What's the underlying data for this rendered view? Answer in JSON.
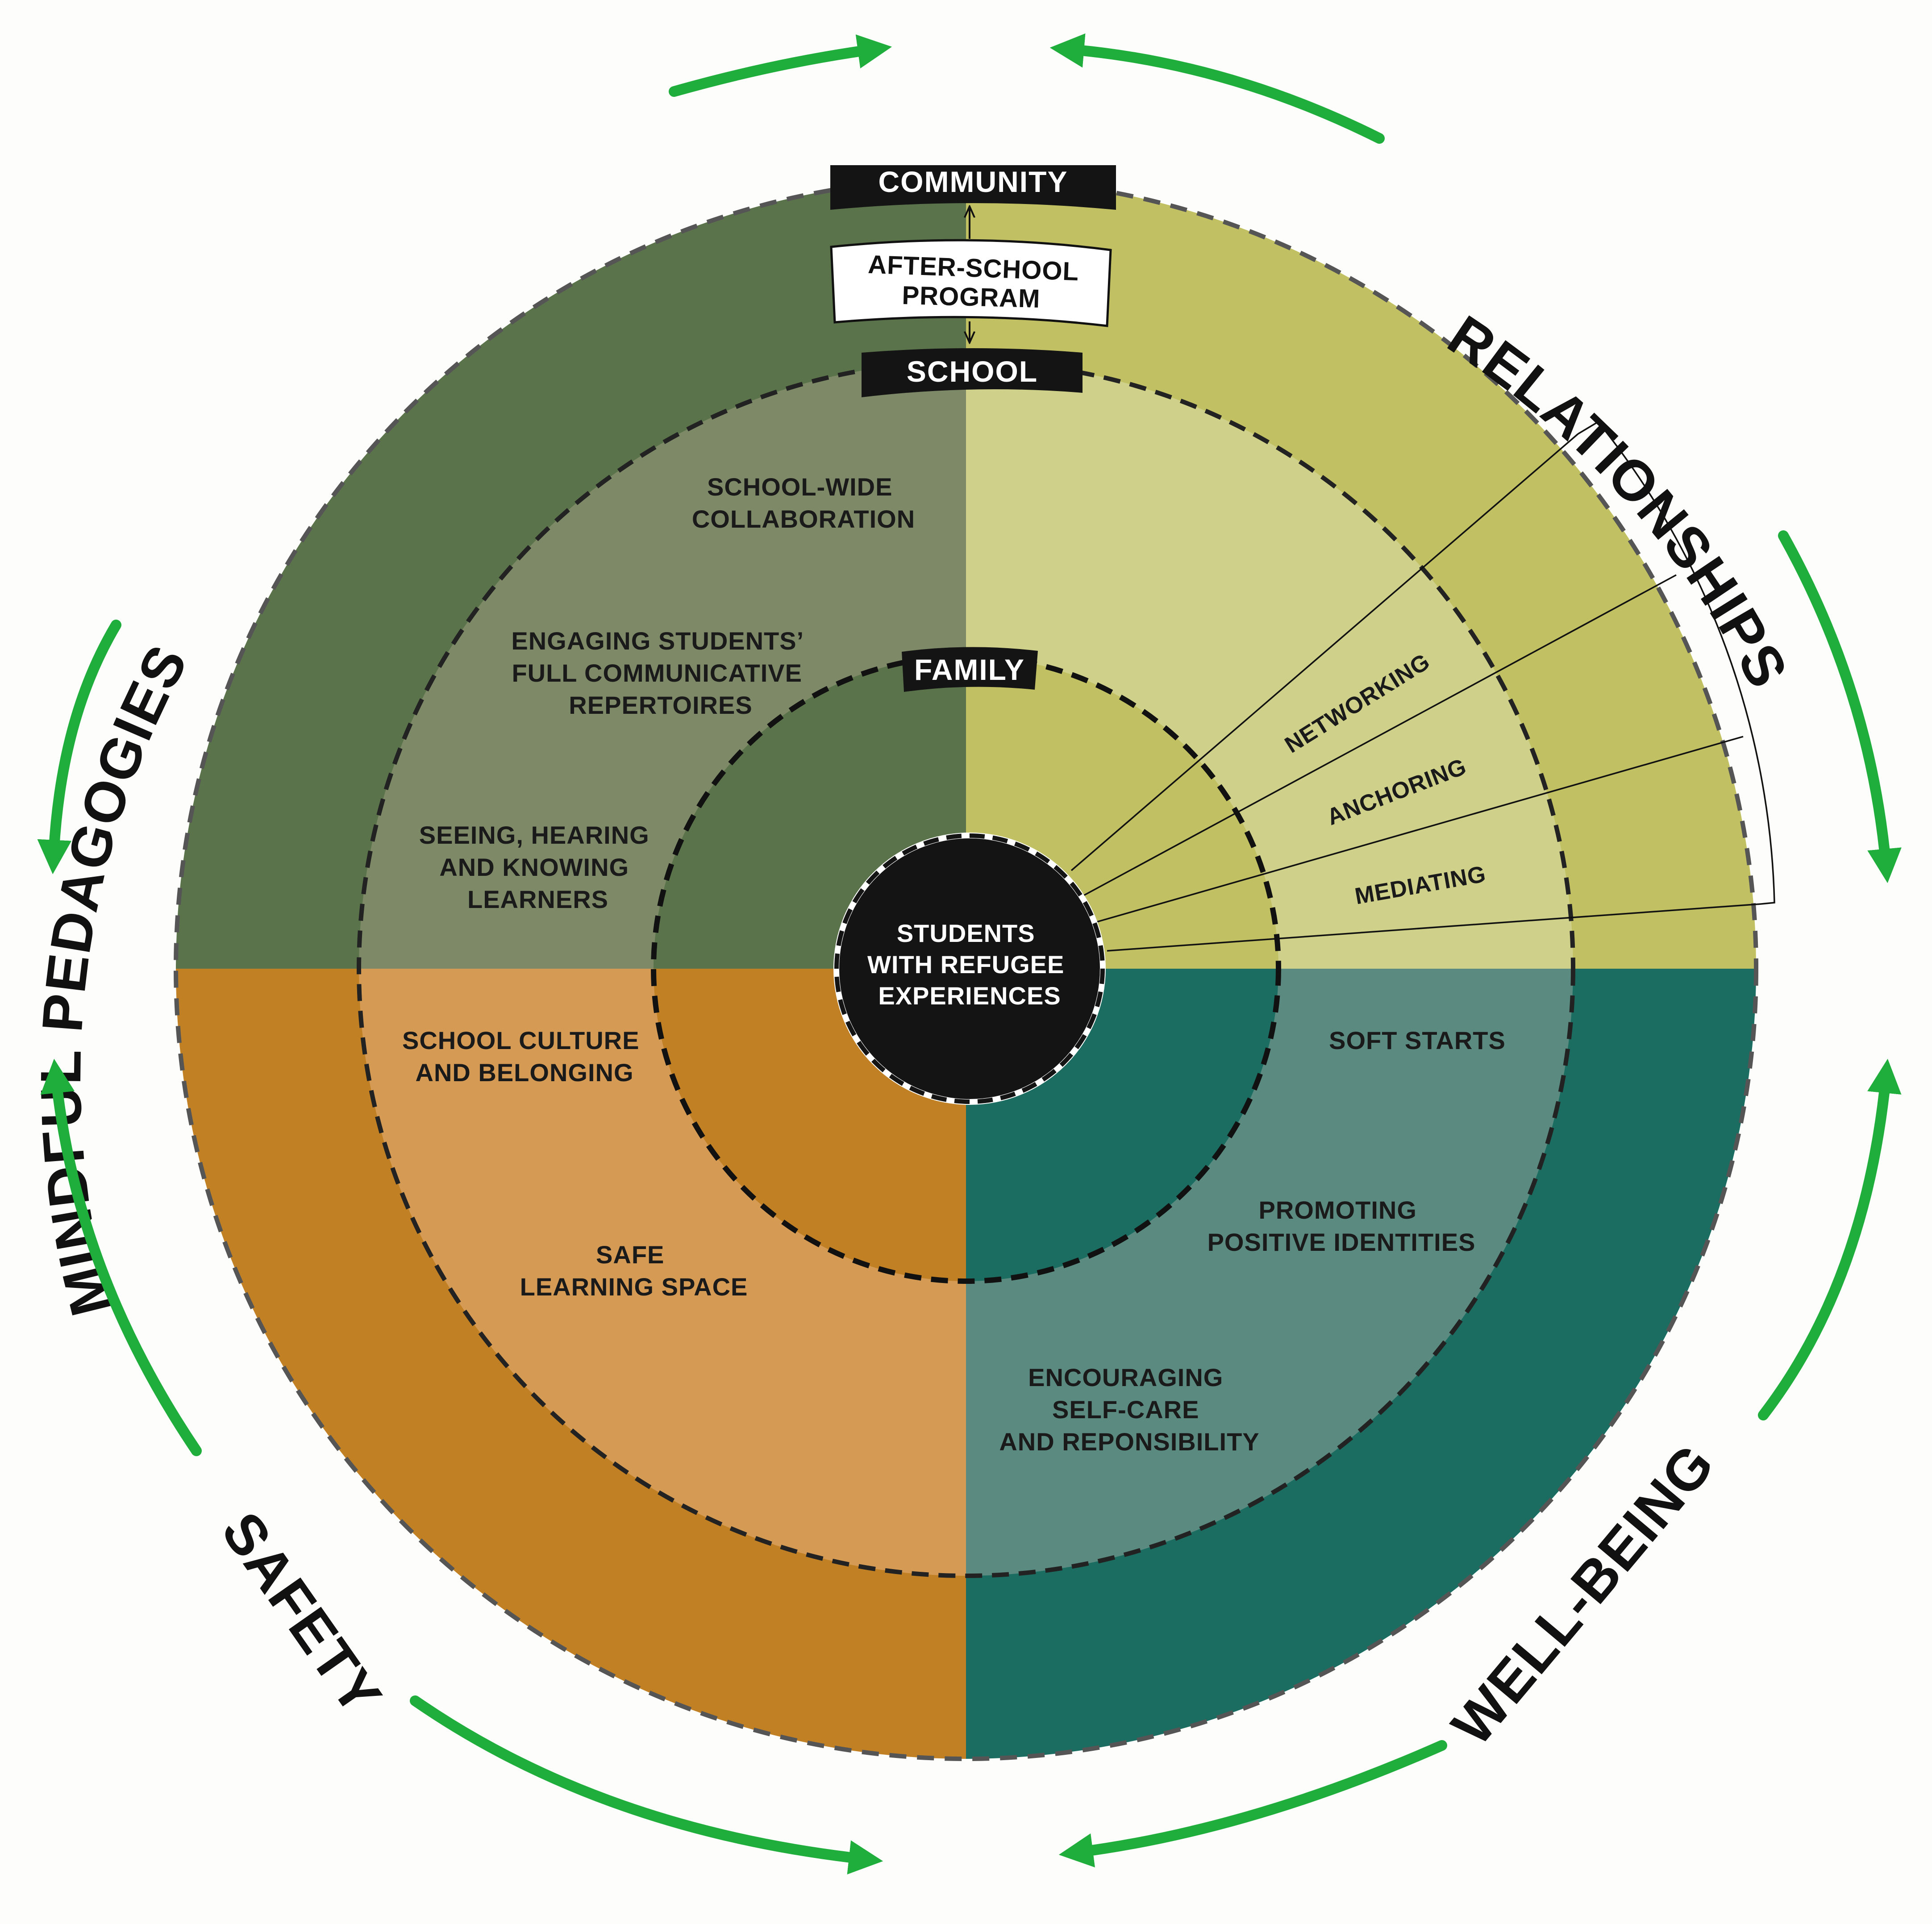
{
  "colors": {
    "background": "#fdfdfb",
    "mindful_outer": "#5a734b",
    "mindful_inner": "#7e8a67",
    "relationships_outer": "#c1c163",
    "relationships_inner": "#cfd18a",
    "safety_outer": "#c18024",
    "safety_inner": "#d59b55",
    "wellbeing_outer": "#1b6d61",
    "wellbeing_inner": "#5b8a80",
    "center": "#141414",
    "arrows": "#1fae3b",
    "dashes": "#222222"
  },
  "themes": {
    "mindful_pedagogies": "MINDFUL PEDAGOGIES",
    "relationships": "RELATIONSHIPS",
    "safety": "SAFETY",
    "well_being": "WELL-BEING"
  },
  "tags": {
    "community": "COMMUNITY",
    "after_school_line1": "AFTER-SCHOOL",
    "after_school_line2": "PROGRAM",
    "school": "SCHOOL",
    "family": "FAMILY"
  },
  "center": {
    "line1": "STUDENTS",
    "line2": "WITH REFUGEE",
    "line3": "EXPERIENCES"
  },
  "practices": {
    "mindful": [
      [
        "SCHOOL-WIDE",
        "COLLABORATION"
      ],
      [
        "ENGAGING STUDENTS’",
        "FULL COMMUNICATIVE",
        "REPERTOIRES"
      ],
      [
        "SEEING, HEARING",
        "AND KNOWING",
        "LEARNERS"
      ]
    ],
    "safety": [
      [
        "SCHOOL CULTURE",
        "AND BELONGING"
      ],
      [
        "SAFE",
        "LEARNING SPACE"
      ]
    ],
    "well_being": [
      [
        "SOFT STARTS"
      ],
      [
        "PROMOTING",
        "POSITIVE IDENTITIES"
      ],
      [
        "ENCOURAGING",
        "SELF-CARE",
        "AND REPONSIBILITY"
      ]
    ],
    "relationships": [
      "NETWORKING",
      "ANCHORING",
      "MEDIATING"
    ]
  },
  "icons": {
    "cycle_arrows": "green-curved-arrow-icon",
    "connector": "double-headed-arrow-icon"
  }
}
